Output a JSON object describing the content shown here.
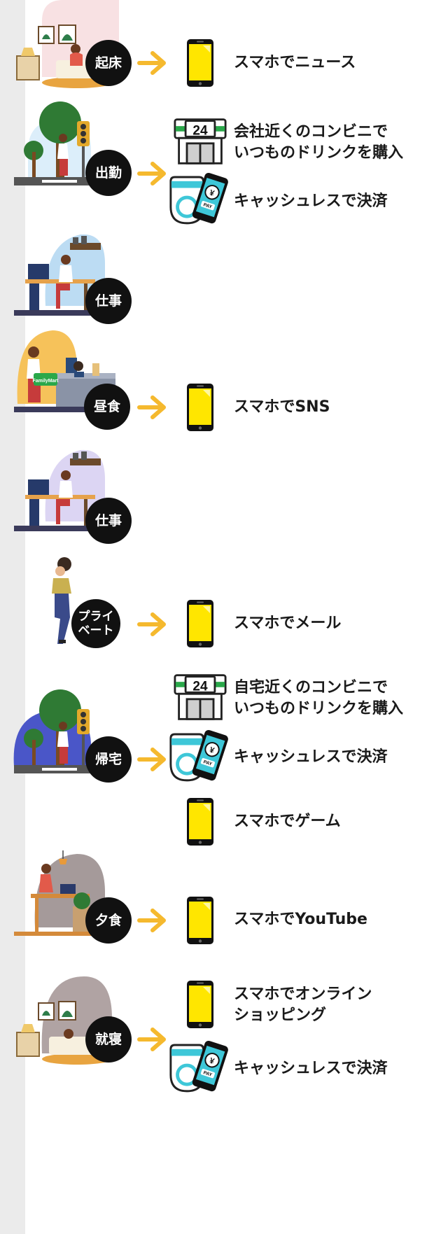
{
  "timeline": [
    {
      "id": "wake",
      "label": "起床",
      "actions": [
        {
          "icon": "smartphone-icon",
          "text": "スマホでニュース"
        }
      ]
    },
    {
      "id": "commute",
      "label": "出勤",
      "actions": [
        {
          "icon": "convenience-store-24-icon",
          "text": "会社近くのコンビニで\nいつものドリンクを購入"
        },
        {
          "icon": "cashless-payment-icon",
          "text": "キャッシュレスで決済"
        }
      ]
    },
    {
      "id": "work1",
      "label": "仕事",
      "actions": []
    },
    {
      "id": "lunch",
      "label": "昼食",
      "actions": [
        {
          "icon": "smartphone-icon",
          "text": "スマホでSNS"
        }
      ]
    },
    {
      "id": "work2",
      "label": "仕事",
      "actions": []
    },
    {
      "id": "private",
      "label": "プライ\nベート",
      "actions": [
        {
          "icon": "smartphone-icon",
          "text": "スマホでメール"
        }
      ]
    },
    {
      "id": "home",
      "label": "帰宅",
      "actions": [
        {
          "icon": "convenience-store-24-icon",
          "text": "自宅近くのコンビニで\nいつものドリンクを購入"
        },
        {
          "icon": "cashless-payment-icon",
          "text": "キャッシュレスで決済"
        },
        {
          "icon": "smartphone-icon",
          "text": "スマホでゲーム"
        }
      ]
    },
    {
      "id": "dinner",
      "label": "夕食",
      "actions": [
        {
          "icon": "smartphone-icon",
          "text": "スマホでYouTube"
        }
      ]
    },
    {
      "id": "sleep",
      "label": "就寝",
      "actions": [
        {
          "icon": "smartphone-icon",
          "text": "スマホでオンライン\nショッピング"
        },
        {
          "icon": "cashless-payment-icon",
          "text": "キャッシュレスで決済"
        }
      ]
    }
  ],
  "store_sign_number": "24",
  "pay_text": "PAY",
  "currency_symbol": "¥",
  "basket_text": "FamilyMart",
  "colors": {
    "arrow": "#f5b92e",
    "phone_screen": "#ffe600",
    "badge": "#111111",
    "rail": "#ebebeb",
    "store_green": "#2aa84a",
    "card_cyan": "#3ec7d8"
  }
}
